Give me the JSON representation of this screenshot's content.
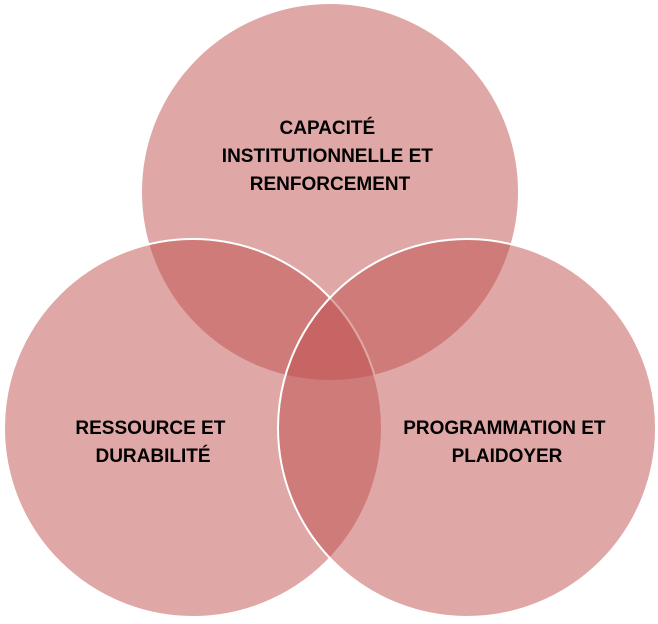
{
  "diagram": {
    "type": "venn",
    "colors": {
      "circle_fill": "#C0504D",
      "circle_stroke": "#FFFFFF",
      "text": "#000000"
    },
    "sets": [
      {
        "id": "top",
        "lines": [
          "CAPACITÉ",
          "INSTITUTIONNELLE ET",
          "RENFORCEMENT"
        ]
      },
      {
        "id": "left",
        "lines": [
          "RESSOURCE ET",
          "DURABILITÉ"
        ]
      },
      {
        "id": "right",
        "lines": [
          "PROGRAMMATION ET",
          "PLAIDOYER"
        ]
      }
    ]
  }
}
